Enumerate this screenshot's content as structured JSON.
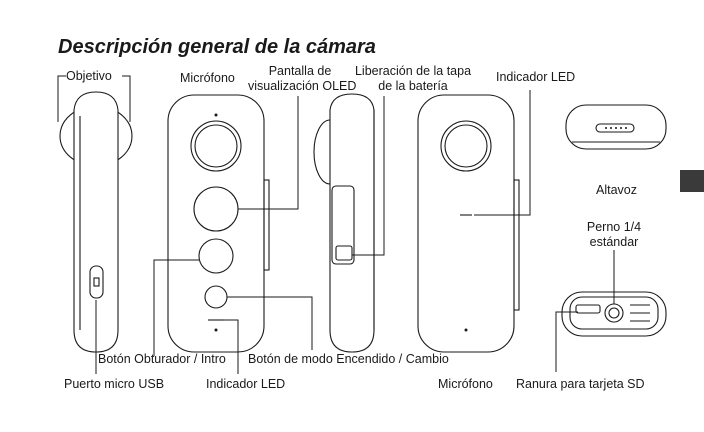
{
  "title": "Descripción general de la cámara",
  "labels": {
    "objetivo": "Objetivo",
    "microfono_top": "Micrófono",
    "pantalla_l1": "Pantalla de",
    "pantalla_l2": "visualización OLED",
    "liberacion_l1": "Liberación de la tapa",
    "liberacion_l2": "de la batería",
    "indicador_led_top": "Indicador LED",
    "altavoz": "Altavoz",
    "perno_l1": "Perno 1/4",
    "perno_l2": "estándar",
    "boton_obturador": "Botón Obturador / Intro",
    "boton_modo": "Botón de modo Encendido / Cambio",
    "puerto_usb": "Puerto micro USB",
    "indicador_led_bottom": "Indicador LED",
    "microfono_bottom": "Micrófono",
    "ranura_sd": "Ranura para tarjeta SD"
  }
}
